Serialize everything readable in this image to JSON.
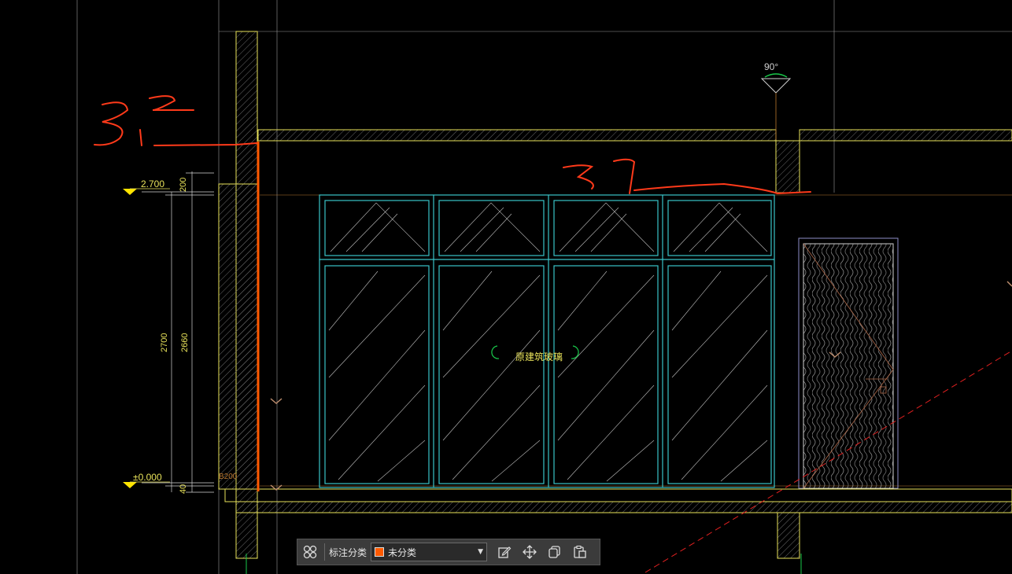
{
  "colors": {
    "background": "#000000",
    "wall": "#e8e25a",
    "window_frame": "#39c3c8",
    "annotation": "#ff3a1a",
    "dimension": "#e8e25a",
    "level_marker": "#ffe400",
    "accent_angle": "#19c84a",
    "category_swatch": "#ff5a00"
  },
  "drawing": {
    "level_top": "2.700",
    "level_floor": "±0.000",
    "dim_total": "2700",
    "dim_opening": "2660",
    "dim_top": "200",
    "dim_bottom": "40",
    "label_small": "B200",
    "angle_label": "90°",
    "window_label": "原建筑玻璃"
  },
  "annotations": {
    "handwriting_1": "312",
    "handwriting_2": "37"
  },
  "toolbar": {
    "label": "标注分类",
    "selected_category": "未分类",
    "buttons": [
      "grid-icon",
      "edit-icon",
      "move-icon",
      "copy-icon",
      "paste-icon"
    ]
  }
}
